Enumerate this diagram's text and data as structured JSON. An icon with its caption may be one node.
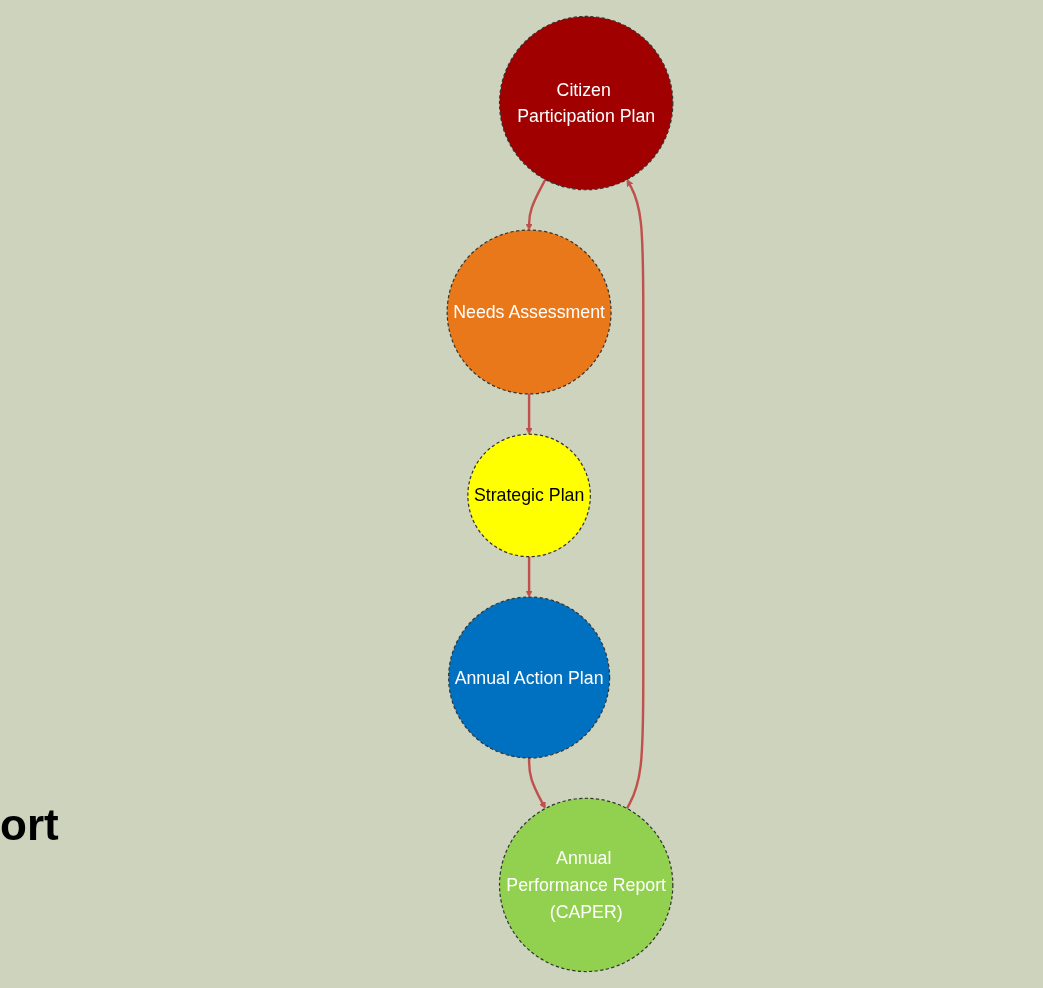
{
  "diagram": {
    "nodes": [
      {
        "text": [
          "Citizen Participation Plan"
        ]
      },
      {
        "text": [
          "Needs Assessment"
        ]
      },
      {
        "text": [
          "Strategic Plan"
        ]
      },
      {
        "text": [
          "Annual Action Plan"
        ]
      },
      {
        "text": [
          "Annual Performance Report",
          "(CAPER)"
        ]
      }
    ],
    "edges": [
      {
        "from": 0,
        "to": 1,
        "arrow": "to"
      },
      {
        "from": 1,
        "to": 2,
        "arrow": "to"
      },
      {
        "from": 2,
        "to": 3,
        "arrow": "to"
      },
      {
        "from": 3,
        "to": 4,
        "arrow": "to"
      },
      {
        "from": 4,
        "to": 0,
        "arrow": "to"
      }
    ],
    "labels": [
      "ort"
    ]
  }
}
